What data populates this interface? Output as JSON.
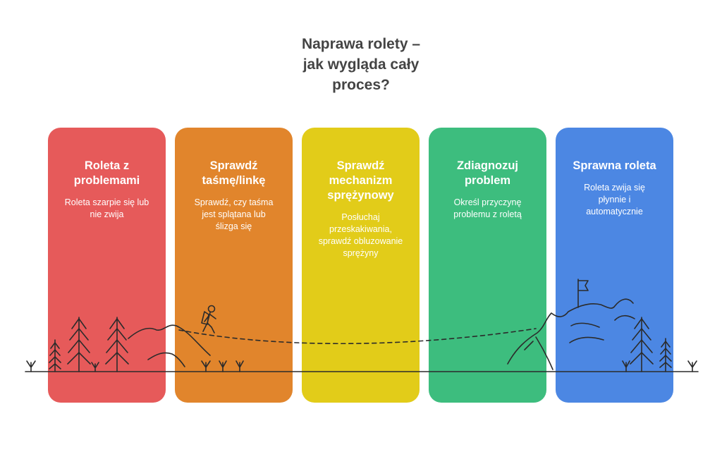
{
  "title_lines": [
    "Naprawa rolety –",
    "jak wygląda cały",
    "proces?"
  ],
  "steps": [
    {
      "color": "#E65A5A",
      "title_lines": [
        "Roleta z",
        "problemami"
      ],
      "desc_lines": [
        "Roleta szarpie się lub",
        "nie zwija"
      ]
    },
    {
      "color": "#E1852C",
      "title_lines": [
        "Sprawdź",
        "taśmę/linkę"
      ],
      "desc_lines": [
        "Sprawdź, czy taśma",
        "jest splątana lub",
        "ślizga się"
      ]
    },
    {
      "color": "#E2CC19",
      "title_lines": [
        "Sprawdź",
        "mechanizm",
        "sprężynowy"
      ],
      "desc_lines": [
        "Posłuchaj",
        "przeskakiwania,",
        "sprawdź obluzowanie",
        "sprężyny"
      ]
    },
    {
      "color": "#3DBD7E",
      "title_lines": [
        "Zdiagnozuj",
        "problem"
      ],
      "desc_lines": [
        "Określ przyczynę",
        "problemu z roletą"
      ]
    },
    {
      "color": "#4C87E3",
      "title_lines": [
        "Sprawna roleta"
      ],
      "desc_lines": [
        "Roleta zwija się",
        "płynnie i",
        "automatycznie"
      ]
    }
  ],
  "line_color": "#2b2b2b"
}
